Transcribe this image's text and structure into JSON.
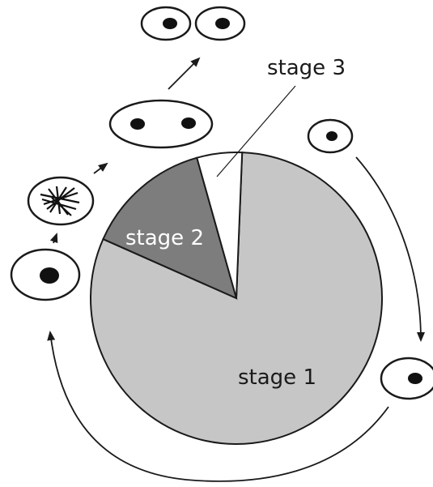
{
  "stages": [
    {
      "label": "stage 1",
      "share": 0.81,
      "color": "#c6c6c6"
    },
    {
      "label": "stage 2",
      "share": 0.14,
      "color": "#7d7d7d"
    },
    {
      "label": "stage 3",
      "share": 0.05,
      "color": "#ffffff"
    }
  ],
  "icons": {
    "cell": "single-nucleus-cell-icon",
    "dividing_cell": "binucleate-cell-icon",
    "daughter_cell": "daughter-cell-icon",
    "chromosome_cell": "condensed-chromosome-cell-icon",
    "arrow": "arrow-icon"
  }
}
